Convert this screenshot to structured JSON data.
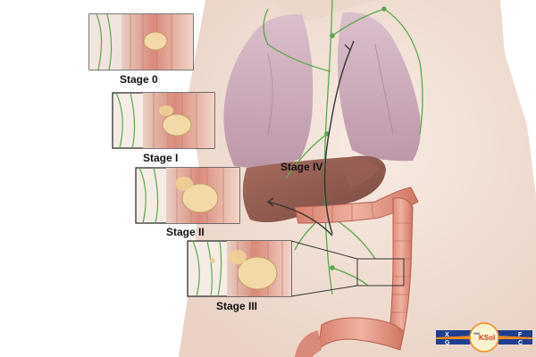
{
  "figure": {
    "stages": [
      {
        "label": "Stage 0"
      },
      {
        "label": "Stage I"
      },
      {
        "label": "Stage II"
      },
      {
        "label": "Stage III"
      },
      {
        "label": "Stage IV"
      }
    ]
  },
  "logo": {
    "brand": "KSol",
    "prefix": "GW",
    "letters": [
      "X",
      "F",
      "G",
      "C"
    ]
  },
  "colors": {
    "skin": "#f2e1d6",
    "lung": "#c9a9b8",
    "liver": "#8f5b4f",
    "colon": "#e59a86",
    "lymph": "#5aa84a",
    "tumor": "#f3d9a8",
    "logo_blue": "#1f3f8f",
    "logo_orange": "#f08a1e"
  }
}
